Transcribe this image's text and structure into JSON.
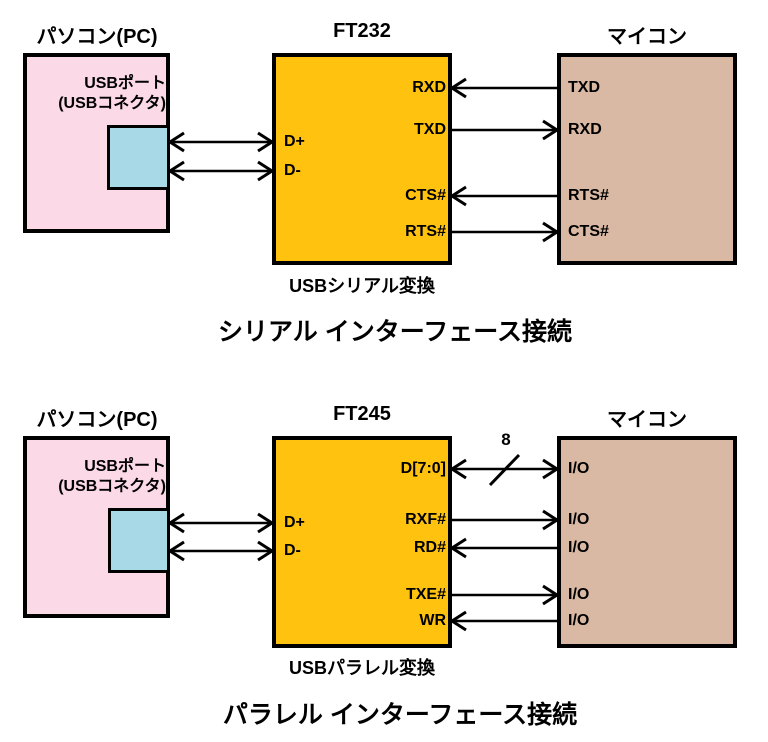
{
  "colors": {
    "pc_fill": "#FBD9E6",
    "connector_fill": "#A8D9E6",
    "chip_fill": "#FFC20E",
    "mcu_fill": "#D9B8A4",
    "stroke": "#000000",
    "background": "#FFFFFF"
  },
  "serial": {
    "pc_label": "パソコン(PC)",
    "usb_port_line1": "USBポート",
    "usb_port_line2": "(USBコネクタ)",
    "chip_label": "FT232",
    "chip_caption": "USBシリアル変換",
    "chip_left_pins": [
      "D+",
      "D-"
    ],
    "chip_right_pins": [
      "RXD",
      "TXD",
      "CTS#",
      "RTS#"
    ],
    "mcu_label": "マイコン",
    "mcu_pins": [
      "TXD",
      "RXD",
      "RTS#",
      "CTS#"
    ],
    "title": "シリアル インターフェース接続"
  },
  "parallel": {
    "pc_label": "パソコン(PC)",
    "usb_port_line1": "USBポート",
    "usb_port_line2": "(USBコネクタ)",
    "chip_label": "FT245",
    "chip_caption": "USBパラレル変換",
    "chip_left_pins": [
      "D+",
      "D-"
    ],
    "chip_right_pins": [
      "D[7:0]",
      "RXF#",
      "RD#",
      "TXE#",
      "WR"
    ],
    "bus_width_label": "8",
    "mcu_label": "マイコン",
    "mcu_pins": [
      "I/O",
      "I/O",
      "I/O",
      "I/O",
      "I/O"
    ],
    "title": "パラレル インターフェース接続"
  }
}
